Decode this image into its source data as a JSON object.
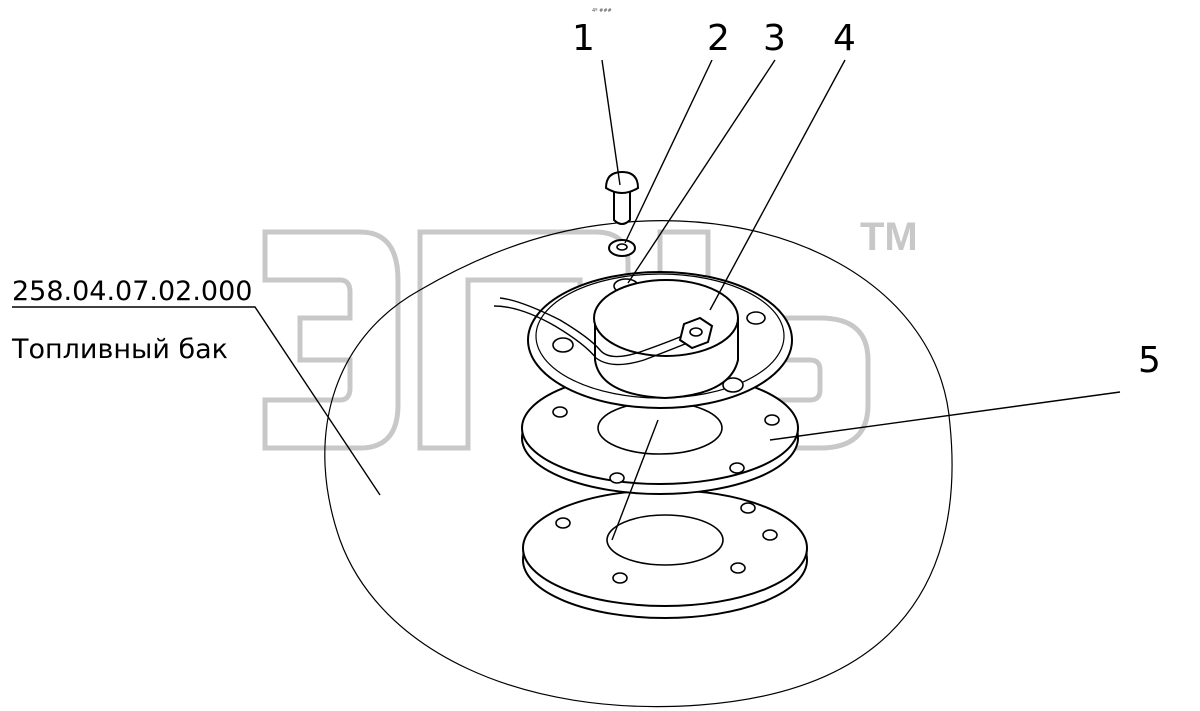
{
  "diagram": {
    "top_mark": "4º ###",
    "watermark": {
      "text": "ЭПЬ",
      "trademark": "TM",
      "color": "#c8c8c8"
    },
    "assembly": {
      "code": "258.04.07.02.000",
      "name": "Топливный бак"
    },
    "callouts": [
      "1",
      "2",
      "3",
      "4",
      "5"
    ]
  }
}
